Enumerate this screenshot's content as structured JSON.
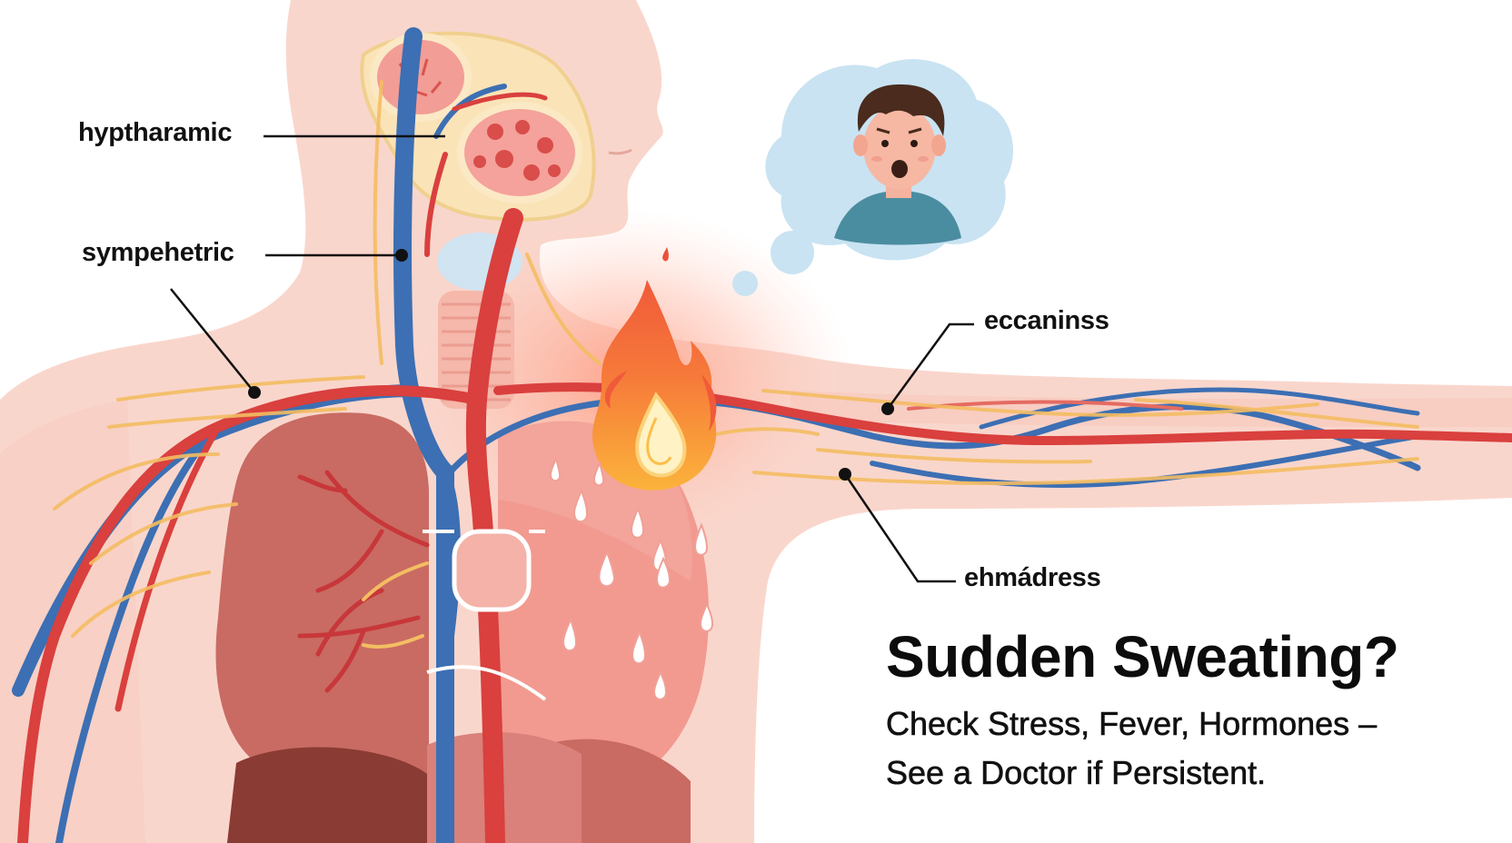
{
  "labels": {
    "hypothalamic": "hyptharamic",
    "sympathetic": "sympehetric",
    "eccrine": "eccaninss",
    "ehmadress": "ehmádress"
  },
  "headline": "Sudden Sweating?",
  "subline_1": "Check Stress, Fever, Hormones –",
  "subline_2": "See a Doctor if Persistent.",
  "colors": {
    "skin": "#f9d6cc",
    "artery": "#d9403e",
    "vein": "#3c6fb3",
    "nerve": "#f4bd62",
    "lung": "#c96b62",
    "flame": "#f57b35",
    "thought_bubble": "#c9e3f2",
    "text": "#111111"
  },
  "icons": {
    "flame": "flame-icon",
    "sweat": "sweat-drop-icon",
    "face": "distressed-person-icon"
  }
}
